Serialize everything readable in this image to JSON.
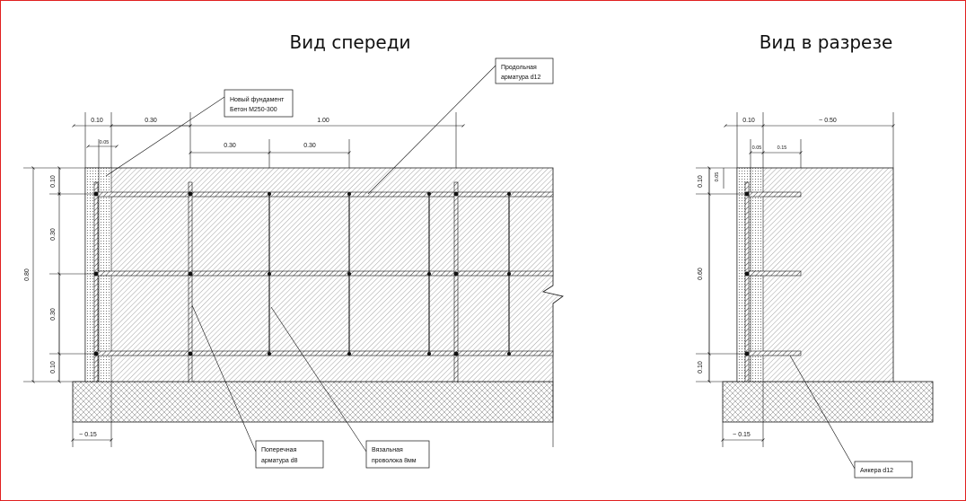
{
  "front_view": {
    "title": "Вид спереди",
    "labels": {
      "foundation_line1": "Новый фундамент",
      "foundation_line2": "Бетон М250-300",
      "longitudinal_line1": "Продольная",
      "longitudinal_line2": "арматура d12",
      "transverse_line1": "Поперечная",
      "transverse_line2": "арматура d8",
      "wire_line1": "Вязальная",
      "wire_line2": "проволока 8мм"
    },
    "dims": {
      "top_010": "0.10",
      "top_030": "0.30",
      "top_100": "1.00",
      "top_005": "0.05",
      "mid_030_a": "0.30",
      "mid_030_b": "0.30",
      "left_080": "0.80",
      "left_010_top": "0.10",
      "left_030_a": "0.30",
      "left_030_b": "0.30",
      "left_010_bot": "0.10",
      "bottom_015": "~ 0.15"
    }
  },
  "section_view": {
    "title": "Вид в разрезе",
    "labels": {
      "anchor": "Анкера d12"
    },
    "dims": {
      "top_010": "0.10",
      "top_050": "~ 0.50",
      "top_005": "0.05",
      "top_015": "0.15",
      "left_010_top": "0.10",
      "left_005": "0.05",
      "left_060": "0.60",
      "left_010_bot": "0.10",
      "bottom_015": "~ 0.15"
    }
  },
  "colors": {
    "frame_border": "#e02020",
    "line": "#111111"
  }
}
